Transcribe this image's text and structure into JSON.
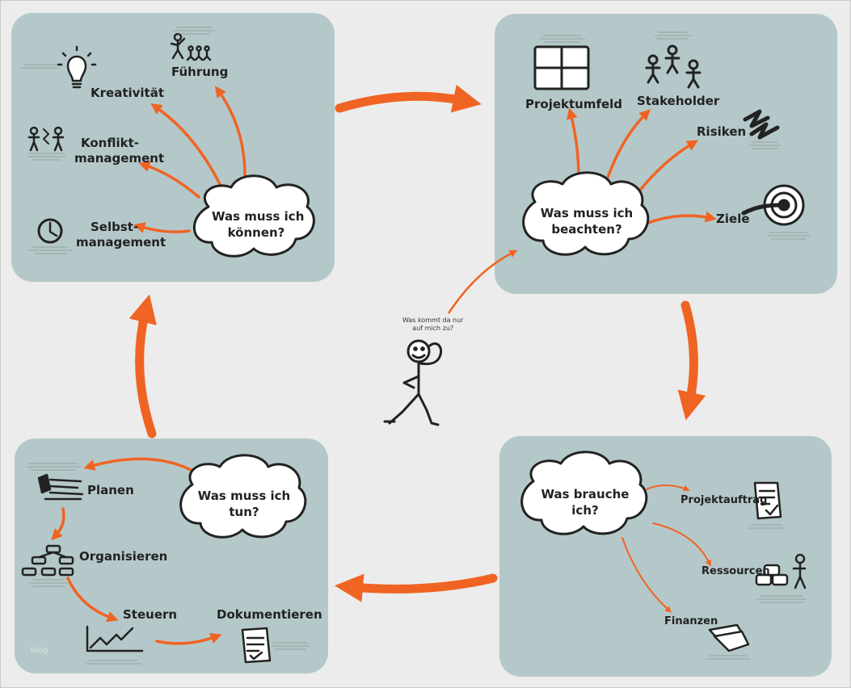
{
  "center": {
    "speech": "Was kommt da nur auf mich zu?",
    "speech_line1": "Was kommt da nur",
    "speech_line2": "auf mich zu?"
  },
  "panel_top_left": {
    "cloud_line1": "Was muss ich",
    "cloud_line2": "können?",
    "items": {
      "kreativitaet": "Kreativität",
      "fuehrung": "Führung",
      "konflikt_line1": "Konflikt-",
      "konflikt_line2": "management",
      "selbst_line1": "Selbst-",
      "selbst_line2": "management"
    }
  },
  "panel_top_right": {
    "cloud_line1": "Was muss ich",
    "cloud_line2": "beachten?",
    "items": {
      "projektumfeld": "Projektumfeld",
      "stakeholder": "Stakeholder",
      "risiken": "Risiken",
      "ziele": "Ziele"
    }
  },
  "panel_bottom_right": {
    "cloud_line1": "Was brauche",
    "cloud_line2": "ich?",
    "items": {
      "projektauftrag": "Projektauftrag",
      "ressourcen": "Ressourcen",
      "finanzen": "Finanzen"
    }
  },
  "panel_bottom_left": {
    "cloud_line1": "Was muss ich",
    "cloud_line2": "tun?",
    "items": {
      "planen": "Planen",
      "organisieren": "Organisieren",
      "steuern": "Steuern",
      "dokumentieren": "Dokumentieren"
    },
    "watermark": "blog"
  },
  "colors": {
    "background": "#ececec",
    "panel": "#b5c8c9",
    "arrow": "#f06423",
    "ink": "#222222"
  }
}
